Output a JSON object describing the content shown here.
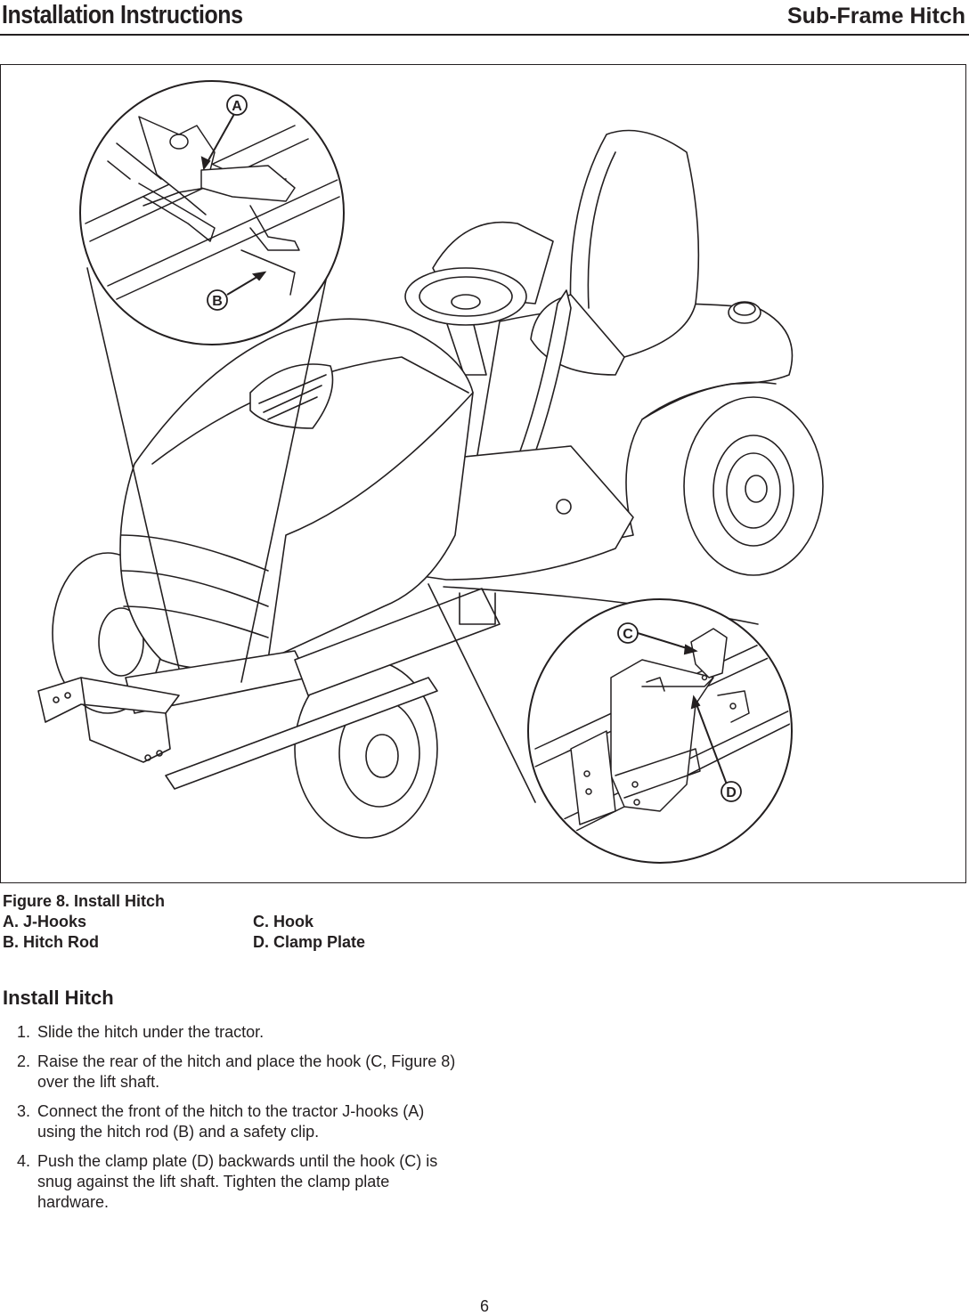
{
  "header": {
    "title": "Installation Instructions",
    "section": "Sub-Frame Hitch"
  },
  "figure": {
    "callouts": [
      "A",
      "B",
      "C",
      "D"
    ],
    "caption_title": "Figure 8.  Install Hitch",
    "legend": [
      {
        "letter": "A.",
        "label": "J-Hooks"
      },
      {
        "letter": "B.",
        "label": "Hitch Rod"
      },
      {
        "letter": "C.",
        "label": "Hook"
      },
      {
        "letter": "D.",
        "label": "Clamp Plate"
      }
    ]
  },
  "section": {
    "heading": "Install Hitch",
    "steps": [
      {
        "num": "1.",
        "text": "Slide the hitch under the tractor."
      },
      {
        "num": "2.",
        "text": "Raise the rear of the hitch and place the hook (C, Figure 8) over the lift shaft."
      },
      {
        "num": "3.",
        "text": "Connect the front of the hitch to the tractor J-hooks (A) using the hitch rod (B) and a safety clip."
      },
      {
        "num": "4.",
        "text": "Push the clamp plate (D) backwards until the hook (C) is snug against the lift shaft.  Tighten the clamp plate hardware."
      }
    ]
  },
  "footer": {
    "page_number": "6"
  }
}
